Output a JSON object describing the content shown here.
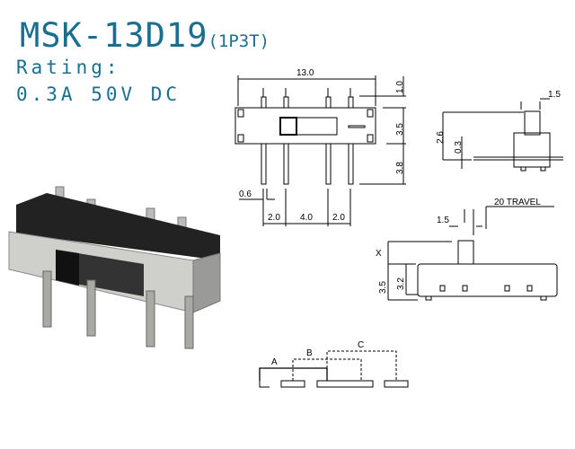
{
  "header": {
    "model": "MSK-13D19",
    "poles": "(1P3T)",
    "rating_label": "Rating:",
    "rating_value": "0.3A  50V  DC"
  },
  "front_view": {
    "length": "13.0",
    "pin_top": "1.0",
    "body_height": "3.5",
    "pin_length": "3.8",
    "pin_width": "0.6",
    "pitch_left": "2.0",
    "pitch_mid": "4.0",
    "pitch_right": "2.0"
  },
  "end_view": {
    "actuator_width": "1.5",
    "total_height": "2.6",
    "offset": "0.3"
  },
  "side_view": {
    "actuator_width": "1.5",
    "travel": "20 TRAVEL",
    "actuator_height": "X",
    "height": "3.5",
    "body_height": "3.2"
  },
  "schematic": {
    "positions": [
      "A",
      "B",
      "C"
    ]
  },
  "colors": {
    "title": "#1b6f8e"
  }
}
